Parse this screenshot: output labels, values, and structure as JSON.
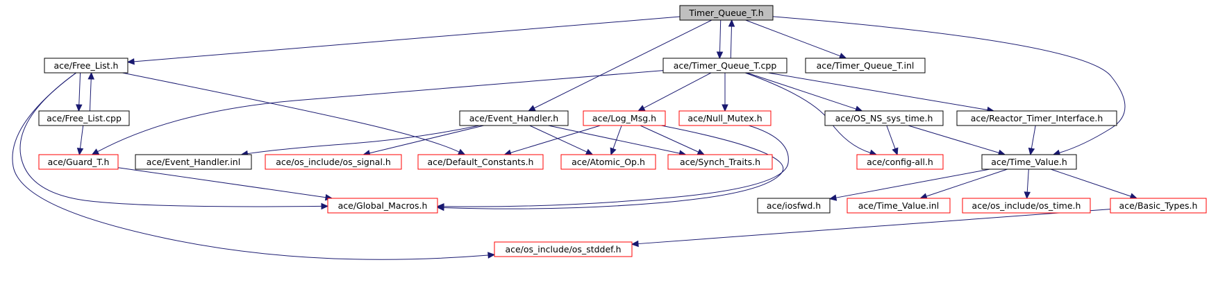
{
  "title": "Timer_Queue_T.h",
  "colors": {
    "edge": "#191970",
    "border_normal": "#000000",
    "border_truncated": "#ff0000",
    "root_fill": "#bfbfbf"
  },
  "nodes": [
    {
      "id": "timer_queue_t_h",
      "label": "Timer_Queue_T.h",
      "style": "root"
    },
    {
      "id": "free_list_h",
      "label": "ace/Free_List.h",
      "style": "normal"
    },
    {
      "id": "timer_queue_t_cpp",
      "label": "ace/Timer_Queue_T.cpp",
      "style": "normal"
    },
    {
      "id": "timer_queue_t_inl",
      "label": "ace/Timer_Queue_T.inl",
      "style": "normal"
    },
    {
      "id": "free_list_cpp",
      "label": "ace/Free_List.cpp",
      "style": "normal"
    },
    {
      "id": "event_handler_h",
      "label": "ace/Event_Handler.h",
      "style": "normal"
    },
    {
      "id": "log_msg_h",
      "label": "ace/Log_Msg.h",
      "style": "truncated"
    },
    {
      "id": "null_mutex_h",
      "label": "ace/Null_Mutex.h",
      "style": "truncated"
    },
    {
      "id": "os_ns_sys_time_h",
      "label": "ace/OS_NS_sys_time.h",
      "style": "normal"
    },
    {
      "id": "reactor_timer_interface_h",
      "label": "ace/Reactor_Timer_Interface.h",
      "style": "normal"
    },
    {
      "id": "guard_t_h",
      "label": "ace/Guard_T.h",
      "style": "truncated"
    },
    {
      "id": "event_handler_inl",
      "label": "ace/Event_Handler.inl",
      "style": "normal"
    },
    {
      "id": "os_signal_h",
      "label": "ace/os_include/os_signal.h",
      "style": "truncated"
    },
    {
      "id": "default_constants_h",
      "label": "ace/Default_Constants.h",
      "style": "truncated"
    },
    {
      "id": "atomic_op_h",
      "label": "ace/Atomic_Op.h",
      "style": "truncated"
    },
    {
      "id": "synch_traits_h",
      "label": "ace/Synch_Traits.h",
      "style": "truncated"
    },
    {
      "id": "config_all_h",
      "label": "ace/config-all.h",
      "style": "truncated"
    },
    {
      "id": "time_value_h",
      "label": "ace/Time_Value.h",
      "style": "normal"
    },
    {
      "id": "global_macros_h",
      "label": "ace/Global_Macros.h",
      "style": "truncated"
    },
    {
      "id": "iosfwd_h",
      "label": "ace/iosfwd.h",
      "style": "normal"
    },
    {
      "id": "time_value_inl",
      "label": "ace/Time_Value.inl",
      "style": "truncated"
    },
    {
      "id": "os_time_h",
      "label": "ace/os_include/os_time.h",
      "style": "truncated"
    },
    {
      "id": "basic_types_h",
      "label": "ace/Basic_Types.h",
      "style": "truncated"
    },
    {
      "id": "os_stddef_h",
      "label": "ace/os_include/os_stddef.h",
      "style": "truncated"
    }
  ],
  "edges": [
    [
      "timer_queue_t_h",
      "free_list_h"
    ],
    [
      "timer_queue_t_h",
      "event_handler_h"
    ],
    [
      "timer_queue_t_h",
      "timer_queue_t_cpp"
    ],
    [
      "timer_queue_t_h",
      "timer_queue_t_inl"
    ],
    [
      "timer_queue_t_h",
      "time_value_h"
    ],
    [
      "timer_queue_t_cpp",
      "timer_queue_t_h"
    ],
    [
      "timer_queue_t_cpp",
      "guard_t_h"
    ],
    [
      "timer_queue_t_cpp",
      "log_msg_h"
    ],
    [
      "timer_queue_t_cpp",
      "null_mutex_h"
    ],
    [
      "timer_queue_t_cpp",
      "os_ns_sys_time_h"
    ],
    [
      "timer_queue_t_cpp",
      "reactor_timer_interface_h"
    ],
    [
      "timer_queue_t_cpp",
      "config_all_h"
    ],
    [
      "free_list_h",
      "free_list_cpp"
    ],
    [
      "free_list_cpp",
      "free_list_h"
    ],
    [
      "free_list_h",
      "default_constants_h"
    ],
    [
      "free_list_h",
      "global_macros_h"
    ],
    [
      "free_list_h",
      "os_stddef_h"
    ],
    [
      "free_list_cpp",
      "guard_t_h"
    ],
    [
      "guard_t_h",
      "global_macros_h"
    ],
    [
      "event_handler_h",
      "event_handler_inl"
    ],
    [
      "event_handler_h",
      "os_signal_h"
    ],
    [
      "event_handler_h",
      "atomic_op_h"
    ],
    [
      "event_handler_h",
      "synch_traits_h"
    ],
    [
      "log_msg_h",
      "default_constants_h"
    ],
    [
      "log_msg_h",
      "atomic_op_h"
    ],
    [
      "log_msg_h",
      "synch_traits_h"
    ],
    [
      "log_msg_h",
      "global_macros_h"
    ],
    [
      "null_mutex_h",
      "global_macros_h"
    ],
    [
      "os_ns_sys_time_h",
      "config_all_h"
    ],
    [
      "os_ns_sys_time_h",
      "time_value_h"
    ],
    [
      "reactor_timer_interface_h",
      "time_value_h"
    ],
    [
      "time_value_h",
      "iosfwd_h"
    ],
    [
      "time_value_h",
      "time_value_inl"
    ],
    [
      "time_value_h",
      "os_time_h"
    ],
    [
      "time_value_h",
      "basic_types_h"
    ],
    [
      "basic_types_h",
      "os_stddef_h"
    ]
  ]
}
